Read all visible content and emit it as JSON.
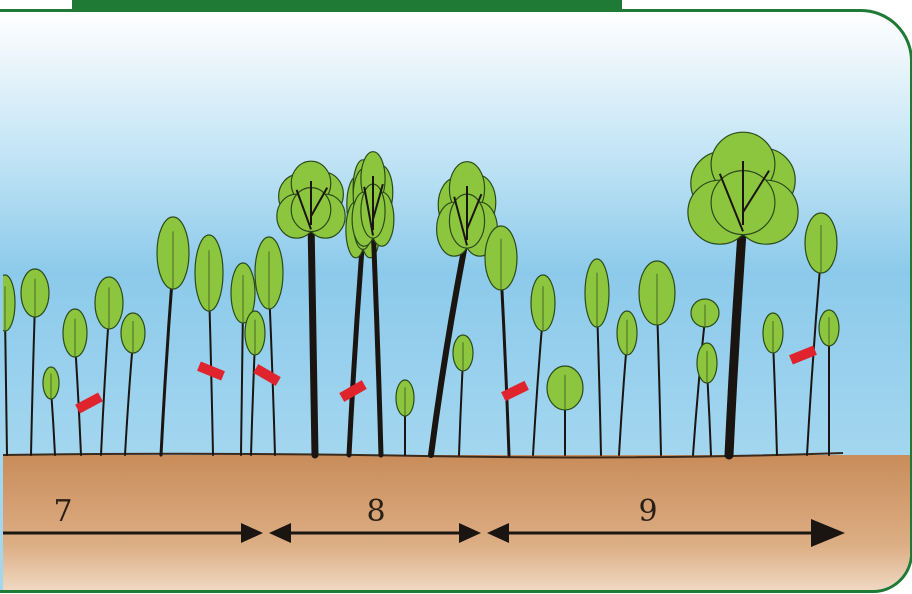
{
  "segments": [
    {
      "label": "7"
    },
    {
      "label": "8"
    },
    {
      "label": "9"
    }
  ],
  "colors": {
    "frame": "#1e7a34",
    "soil": "#c98c5a",
    "sky": "#8ccaeb",
    "leaf": "#8cc63f",
    "trunk": "#1b1512",
    "marker": "#e0242e"
  }
}
